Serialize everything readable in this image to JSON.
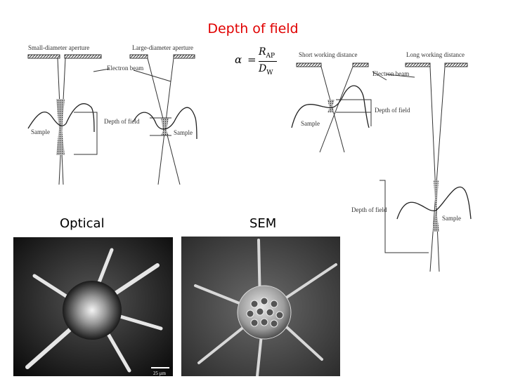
{
  "title": "Depth of field",
  "labels": {
    "optical": "Optical",
    "sem": "SEM"
  },
  "formula": {
    "lhs": "α",
    "equals": "=",
    "numerator": "R",
    "numerator_sub": "AP",
    "denominator": "D",
    "denominator_sub": "W"
  },
  "diagram_aperture": {
    "small_aperture": "Small-diameter aperture",
    "large_aperture": "Large-diameter aperture",
    "electron_beam": "Electron beam",
    "depth_of_field": "Depth of field",
    "sample_left": "Sample",
    "sample_right": "Sample"
  },
  "diagram_working_distance": {
    "short_wd": "Short working distance",
    "long_wd": "Long working distance",
    "electron_beam": "Electron beam",
    "depth_of_field": "Depth of field",
    "depth_of_field_lower": "Depth of field",
    "sample_short": "Sample",
    "sample_long": "Sample"
  },
  "optical_photo": {
    "scale_bar": "25 μm"
  }
}
